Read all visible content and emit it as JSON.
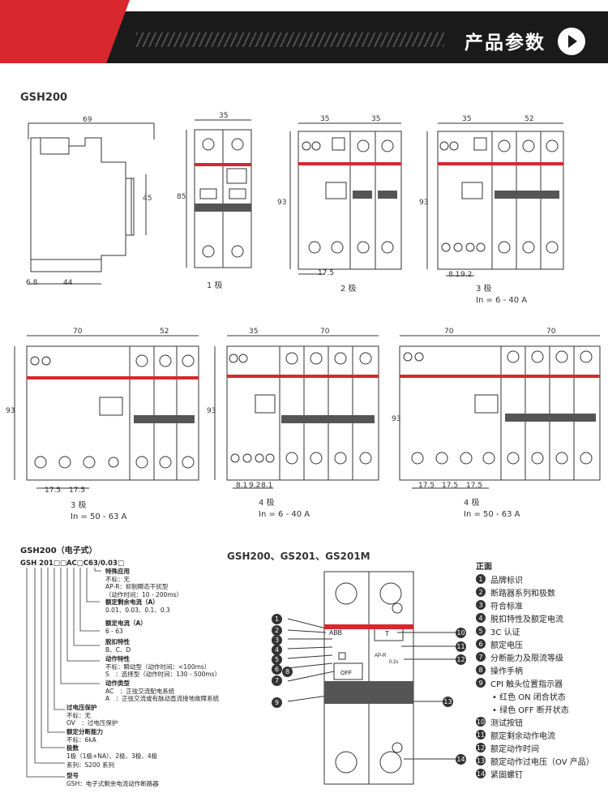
{
  "header": {
    "title": "产品参数"
  },
  "section1": {
    "model": "GSH200"
  },
  "side_view": {
    "dim_width": "69",
    "dim_height": "45",
    "dim_base_left": "6.8",
    "dim_base": "44"
  },
  "pole1": {
    "dim_width": "35",
    "dim_height": "85",
    "caption": "1 极"
  },
  "pole2": {
    "dim_w1": "35",
    "dim_w2": "35",
    "dim_height": "93",
    "dim_bottom": "17.5",
    "caption": "2 极"
  },
  "pole3a": {
    "dim_w1": "35",
    "dim_w2": "52",
    "dim_height": "93",
    "dim_b1": "8.1",
    "dim_b2": "9.2",
    "caption": "3 极",
    "rating": "In = 6 - 40 A"
  },
  "pole3b": {
    "dim_w1": "70",
    "dim_w2": "52",
    "dim_height": "93",
    "dim_b1": "17.5",
    "dim_b2": "17.5",
    "caption": "3 极",
    "rating": "In = 50 - 63 A"
  },
  "pole4a": {
    "dim_w1": "35",
    "dim_w2": "70",
    "dim_height": "93",
    "dim_b1": "8.1",
    "dim_b2": "9.2",
    "dim_b3": "8.1",
    "caption": "4 极",
    "rating": "In = 6 - 40 A"
  },
  "pole4b": {
    "dim_w1": "70",
    "dim_w2": "70",
    "dim_height": "93",
    "dim_b1": "17.5",
    "dim_b2": "17.5",
    "dim_b3": "17.5",
    "caption": "4 极",
    "rating": "In = 50 - 63 A"
  },
  "model_code": {
    "title": "GSH200（电子式）",
    "line": "GSH 201□□AC□C63/0.03□",
    "items": [
      {
        "head": "特殊应用",
        "lines": [
          "不标：无",
          "AP-R：抑制瞬态干扰型",
          "（动作时间：10 - 200ms）"
        ]
      },
      {
        "head": "额定剩余电流（A）",
        "lines": [
          "0.01、0.03、0.1、0.3"
        ]
      },
      {
        "head": "额定电流（A）",
        "lines": [
          "6 - 63"
        ]
      },
      {
        "head": "脱扣特性",
        "lines": [
          "B、C、D"
        ]
      },
      {
        "head": "动作特性",
        "lines": [
          "不标：瞬动型（动作时间：<100ms）",
          "S　：选择型（动作时间：130 - 500ms）"
        ]
      },
      {
        "head": "动作类型",
        "lines": [
          "AC　：正弦交流配电系统",
          "A　：正弦交流或有脉动直流接地故障系统"
        ]
      },
      {
        "head": "过电压保护",
        "lines": [
          "不标：无",
          "OV　：过电压保护"
        ]
      },
      {
        "head": "额定分断能力",
        "lines": [
          "不标：6kA"
        ]
      },
      {
        "head": "极数",
        "lines": [
          "1极（1极+NA）、2极、3极、4极"
        ]
      },
      {
        "head": "",
        "lines": [
          "系列：S200 系列"
        ]
      },
      {
        "head": "型号",
        "lines": [
          "GSH：电子式剩余电流动作断路器"
        ]
      }
    ]
  },
  "front_section": {
    "title": "GSH200、GS201、GS201M"
  },
  "legend": {
    "head": "正面",
    "items": [
      {
        "n": "1",
        "t": "品牌标识"
      },
      {
        "n": "2",
        "t": "断路器系列和极数"
      },
      {
        "n": "3",
        "t": "符合标准"
      },
      {
        "n": "4",
        "t": "脱扣特性及额定电流"
      },
      {
        "n": "5",
        "t": "3C 认证"
      },
      {
        "n": "6",
        "t": "额定电压"
      },
      {
        "n": "7",
        "t": "分断能力及限流等级"
      },
      {
        "n": "8",
        "t": "操作手柄"
      },
      {
        "n": "9",
        "t": "CPI 触头位置指示器"
      }
    ],
    "sub": [
      "• 红色 ON 闭合状态",
      "• 绿色 OFF 断开状态"
    ],
    "items2": [
      {
        "n": "10",
        "t": "测试按钮"
      },
      {
        "n": "11",
        "t": "额定剩余动作电流"
      },
      {
        "n": "12",
        "t": "额定动作时间"
      },
      {
        "n": "13",
        "t": "额定动作过电压（OV 产品）"
      },
      {
        "n": "14",
        "t": "紧固螺钉"
      }
    ]
  },
  "device_labels": {
    "brand": "ABB",
    "off": "OFF",
    "test": "T",
    "ap": "AP-R",
    "time": "0.2s"
  },
  "colors": {
    "red": "#d9272e",
    "dark": "#1a1a1a"
  }
}
